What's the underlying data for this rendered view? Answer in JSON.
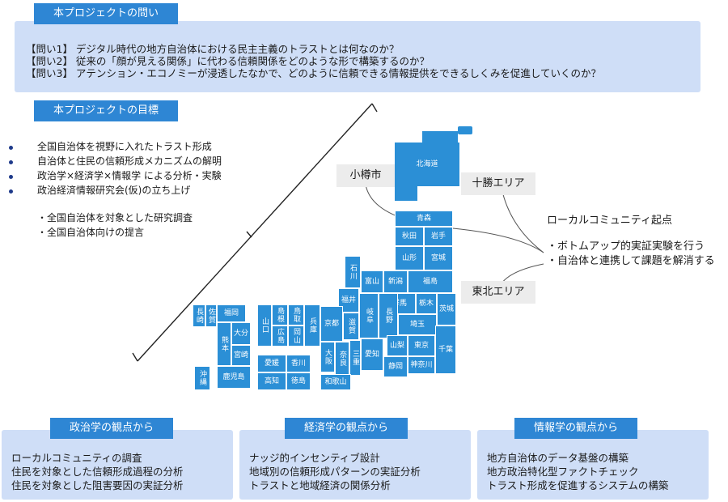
{
  "questions": {
    "tab": "本プロジェクトの問い",
    "items": [
      "【問い1】 デジタル時代の地方自治体における民主主義のトラストとは何なのか？",
      "【問い2】 従来の「顔が見える関係」に代わる信頼関係をどのような形で構築するのか？",
      "【問い3】 アテンション・エコノミーが浸透したなかで、どのように信頼できる情報提供をできるしくみを促進していくのか？"
    ]
  },
  "goals": {
    "tab": "本プロジェクトの目標",
    "bullets": [
      "全国自治体を視野に入れたトラスト形成",
      "自治体と住民の信頼形成メカニズムの解明",
      "政治学×経済学×情報学 による分析・実験",
      "政治経済情報研究会(仮)の立ち上げ"
    ],
    "sub": [
      "・全国自治体を対象とした研究調査",
      "・全国自治体向けの提言"
    ]
  },
  "map": {
    "callouts": {
      "otaru": "小樽市",
      "tokachi": "十勝エリア",
      "tohoku": "東北エリア"
    },
    "local": {
      "title": "ローカルコミュニティ起点",
      "items": [
        "・ボトムアップ的実証実験を行う",
        "・自治体と連携して課題を解消する"
      ]
    },
    "prefectures": {
      "hokkaido": "北海道",
      "aomori": "青森",
      "akita": "秋田",
      "iwate": "岩手",
      "yamagata": "山形",
      "miyagi": "宮城",
      "ishikawa": "石川",
      "toyama": "富山",
      "niigata": "新潟",
      "fukushima": "福島",
      "gunma": "群馬",
      "tochigi": "栃木",
      "ibaraki": "茨城",
      "fukui": "福井",
      "gifu": "岐阜",
      "nagano": "長野",
      "saitama": "埼玉",
      "kyoto": "京都",
      "shiga": "滋賀",
      "yamanashi": "山梨",
      "tokyo": "東京",
      "chiba": "千葉",
      "osaka": "大阪",
      "nara": "奈良",
      "mie": "三重",
      "aichi": "愛知",
      "shizuoka": "静岡",
      "kanagawa": "神奈川",
      "wakayama": "和歌山",
      "yamaguchi": "山口",
      "shimane": "島根",
      "tottori": "鳥取",
      "hyogo": "兵庫",
      "hiroshima": "広島",
      "okayama": "岡山",
      "ehime": "愛媛",
      "kagawa": "香川",
      "kochi": "高知",
      "tokushima": "徳島",
      "nagasaki": "長崎",
      "saga": "佐賀",
      "fukuoka": "福岡",
      "oita": "大分",
      "kumamoto": "熊本",
      "miyazaki": "宮崎",
      "kagoshima": "鹿児島",
      "okinawa": "沖縄"
    }
  },
  "perspectives": [
    {
      "tab": "政治学の観点から",
      "lines": [
        "ローカルコミュニティの調査",
        "住民を対象とした信頼形成過程の分析",
        "住民を対象とした阻害要因の実証分析"
      ]
    },
    {
      "tab": "経済学の観点から",
      "lines": [
        "ナッジ的インセンティブ設計",
        "地域別の信頼形成パターンの実証分析",
        "トラストと地域経済の関係分析"
      ]
    },
    {
      "tab": "情報学の観点から",
      "lines": [
        "地方自治体のデータ基盤の構築",
        "地方政治特化型ファクトチェック",
        "トラスト形成を促進するシステムの構築"
      ]
    }
  ],
  "colors": {
    "accent": "#2e86d4",
    "box": "#cfdef7",
    "callout": "#ececec"
  }
}
